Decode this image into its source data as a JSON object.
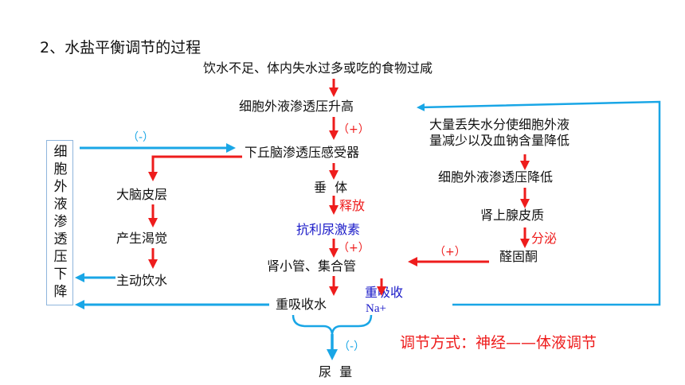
{
  "title": "2、水盐平衡调节的过程",
  "colors": {
    "red": "#ee1c1c",
    "blue": "#19a6e6",
    "navy": "#1a1ac8",
    "text": "#111111",
    "box_border": "#8fb5dc"
  },
  "left_box": {
    "chars": [
      "细",
      "胞",
      "外",
      "液",
      "渗",
      "透",
      "压",
      "下",
      "降"
    ]
  },
  "main_chain": {
    "trigger": "饮水不足、体内失水过多或吃的食物过咸",
    "n1": "细胞外液渗透压升高",
    "plus1": "（+）",
    "n2": "下丘脑渗透压感受器",
    "n3": "垂  体",
    "release": "释放",
    "hormone": "抗利尿激素",
    "plus2": "（+）",
    "n4": "肾小管、集合管",
    "n5": "重吸收水",
    "minus_bottom": "（-）",
    "urine": "尿  量"
  },
  "left_chain": {
    "minus": "（-）",
    "cortex": "大脑皮层",
    "thirst": "产生渴觉",
    "drink": "主动饮水"
  },
  "right_chain": {
    "cause": [
      "大量丢失水分使细胞外液",
      "量减少以及血钠含量降低"
    ],
    "lowered": "细胞外液渗透压降低",
    "adrenal": "肾上腺皮质",
    "secrete": "分泌",
    "aldosterone": "醛固酮",
    "plus": "（+）"
  },
  "na": {
    "label": "重吸收",
    "ion": "Na+"
  },
  "regulation": "调节方式：神经——体液调节"
}
